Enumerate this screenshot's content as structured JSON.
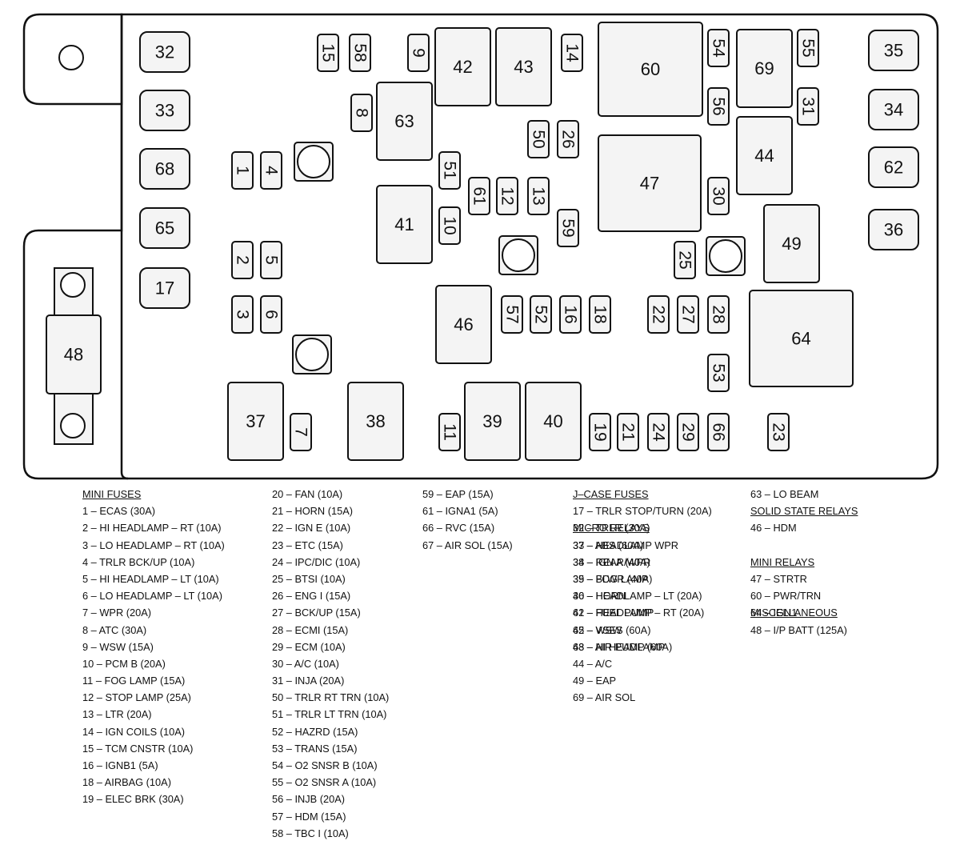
{
  "components": [
    {
      "id": "32"
    },
    {
      "id": "33"
    },
    {
      "id": "68"
    },
    {
      "id": "65"
    },
    {
      "id": "17"
    },
    {
      "id": "15"
    },
    {
      "id": "58"
    },
    {
      "id": "9"
    },
    {
      "id": "42"
    },
    {
      "id": "43"
    },
    {
      "id": "14"
    },
    {
      "id": "60"
    },
    {
      "id": "54"
    },
    {
      "id": "69"
    },
    {
      "id": "55"
    },
    {
      "id": "35"
    },
    {
      "id": "8"
    },
    {
      "id": "63"
    },
    {
      "id": "56"
    },
    {
      "id": "31"
    },
    {
      "id": "34"
    },
    {
      "id": "50"
    },
    {
      "id": "26"
    },
    {
      "id": "1"
    },
    {
      "id": "4"
    },
    {
      "id": "51"
    },
    {
      "id": "61"
    },
    {
      "id": "12"
    },
    {
      "id": "13"
    },
    {
      "id": "47"
    },
    {
      "id": "44"
    },
    {
      "id": "62"
    },
    {
      "id": "30"
    },
    {
      "id": "41"
    },
    {
      "id": "10"
    },
    {
      "id": "59"
    },
    {
      "id": "49"
    },
    {
      "id": "36"
    },
    {
      "id": "2"
    },
    {
      "id": "5"
    },
    {
      "id": "25"
    },
    {
      "id": "3"
    },
    {
      "id": "6"
    },
    {
      "id": "46"
    },
    {
      "id": "57"
    },
    {
      "id": "52"
    },
    {
      "id": "16"
    },
    {
      "id": "18"
    },
    {
      "id": "22"
    },
    {
      "id": "27"
    },
    {
      "id": "28"
    },
    {
      "id": "64"
    },
    {
      "id": "48"
    },
    {
      "id": "53"
    },
    {
      "id": "37"
    },
    {
      "id": "7"
    },
    {
      "id": "38"
    },
    {
      "id": "11"
    },
    {
      "id": "39"
    },
    {
      "id": "40"
    },
    {
      "id": "19"
    },
    {
      "id": "21"
    },
    {
      "id": "24"
    },
    {
      "id": "29"
    },
    {
      "id": "66"
    },
    {
      "id": "23"
    }
  ],
  "legend": {
    "col1": {
      "heading": "MINI FUSES",
      "items": [
        "1 – ECAS (30A)",
        "2 – HI HEADLAMP – RT (10A)",
        "3 – LO HEADLAMP – RT (10A)",
        "4 – TRLR BCK/UP (10A)",
        "5 – HI HEADLAMP – LT (10A)",
        "6 – LO HEADLAMP – LT (10A)",
        "7 – WPR (20A)",
        "8 – ATC (30A)",
        "9 – WSW (15A)",
        "10 – PCM B (20A)",
        "11 – FOG LAMP (15A)",
        "12 – STOP LAMP (25A)",
        "13 – LTR (20A)",
        "14 – IGN COILS (10A)",
        "15 – TCM CNSTR (10A)",
        "16 – IGNB1 (5A)",
        "18 – AIRBAG (10A)",
        "19 – ELEC BRK (30A)"
      ]
    },
    "col2": {
      "items": [
        "20 – FAN (10A)",
        "21 – HORN (15A)",
        "22 – IGN E (10A)",
        "23 – ETC (15A)",
        "24 – IPC/DIC (10A)",
        "25 – BTSI (10A)",
        "26 – ENG I (15A)",
        "27 – BCK/UP (15A)",
        "28 – ECMI (15A)",
        "29 – ECM (10A)",
        "30 – A/C (10A)",
        "31 – INJA (20A)",
        "50 – TRLR RT TRN (10A)",
        "51 – TRLR LT TRN (10A)",
        "52 – HAZRD (15A)",
        "53 – TRANS (15A)",
        "54 – O2 SNSR B (10A)",
        "55 – O2 SNSR A (10A)",
        "56 – INJB (20A)",
        "57 – HDM (15A)",
        "58 – TBC I (10A)"
      ]
    },
    "col3": {
      "items": [
        "59 – EAP (15A)",
        "61 – IGNA1 (5A)",
        "66 – RVC (15A)",
        "67 – AIR SOL (15A)"
      ]
    },
    "col4": {
      "heading": "J–CASE FUSES",
      "items": [
        "17 – TRLR STOP/TURN (20A)",
        "32 – TRLR (30A)",
        "33 – ABS (60A)",
        "34 – IGN A (40A)",
        "35 – BLWR (40A)",
        "36 – HEADLAMP – LT (20A)",
        "62 – HEADLAMP – RT (20A)",
        "65 – VSES (60A)",
        "68 – AIR PUMP (60A)"
      ],
      "heading2": "MICRO RELAYS",
      "items2": [
        "37 – HEADLAMP WPR",
        "38 – REAR/WPR",
        "39 – FOG LAMP",
        "40 – HORN",
        "41 – FUEL PUMP",
        "42 – WSW",
        "43 – HI HEADLAMP",
        "44 – A/C",
        "49 – EAP",
        "69 – AIR SOL"
      ]
    },
    "col5": {
      "items": [
        "63 – LO BEAM"
      ],
      "heading": "SOLID STATE RELAYS",
      "items2": [
        "46 – HDM"
      ],
      "heading2": "MINI RELAYS",
      "items3": [
        "47 – STRTR",
        "60 – PWR/TRN",
        "64 – IGN1"
      ],
      "heading3": "MISCELLANEOUS",
      "items4": [
        "48 – I/P BATT (125A)"
      ]
    }
  }
}
